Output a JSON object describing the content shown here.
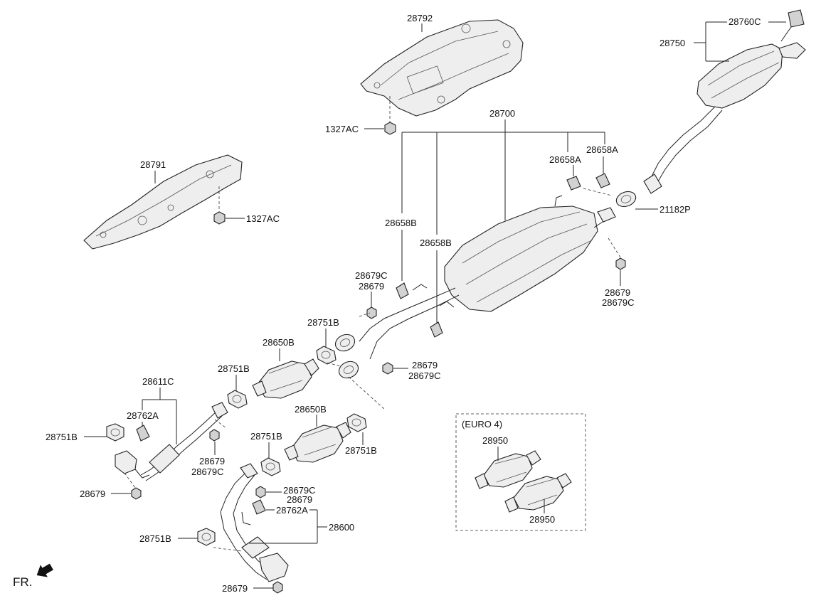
{
  "labels": {
    "p28792": "28792",
    "p1327ac_top": "1327AC",
    "p28791": "28791",
    "p1327ac_left": "1327AC",
    "p28700": "28700",
    "p28658a_1": "28658A",
    "p28658a_2": "28658A",
    "p28658b_1": "28658B",
    "p28658b_2": "28658B",
    "p28760c": "28760C",
    "p28750": "28750",
    "p21182p": "21182P",
    "p28679c_mid": "28679C",
    "p28679_mid": "28679",
    "p28679_right": "28679",
    "p28679c_right": "28679C",
    "p28751b_mid": "28751B",
    "p28650b_1": "28650B",
    "p28679_center": "28679",
    "p28679c_center": "28679C",
    "p28751b_upper": "28751B",
    "p28611c": "28611C",
    "p28762a_left": "28762A",
    "p28751b_left": "28751B",
    "p28679_flange": "28679",
    "p28679c_flange": "28679C",
    "p28679_bottomleft": "28679",
    "p28650b_2": "28650B",
    "p28751b_right": "28751B",
    "p28751b_lower": "28751B",
    "p28679c_lower": "28679C",
    "p28679_lower": "28679",
    "p28762a_lower": "28762A",
    "p28600": "28600",
    "p28751b_bottom": "28751B",
    "p28679_bottom": "28679",
    "euro_title": "(EURO 4)",
    "p28950_1": "28950",
    "p28950_2": "28950",
    "fr": "FR."
  },
  "colors": {
    "line": "#222222",
    "part_fill": "#eeeeee",
    "part_shade": "#d2d2d2",
    "background": "#ffffff"
  },
  "icons": {
    "front_arrow": "front-direction-arrow-icon"
  }
}
